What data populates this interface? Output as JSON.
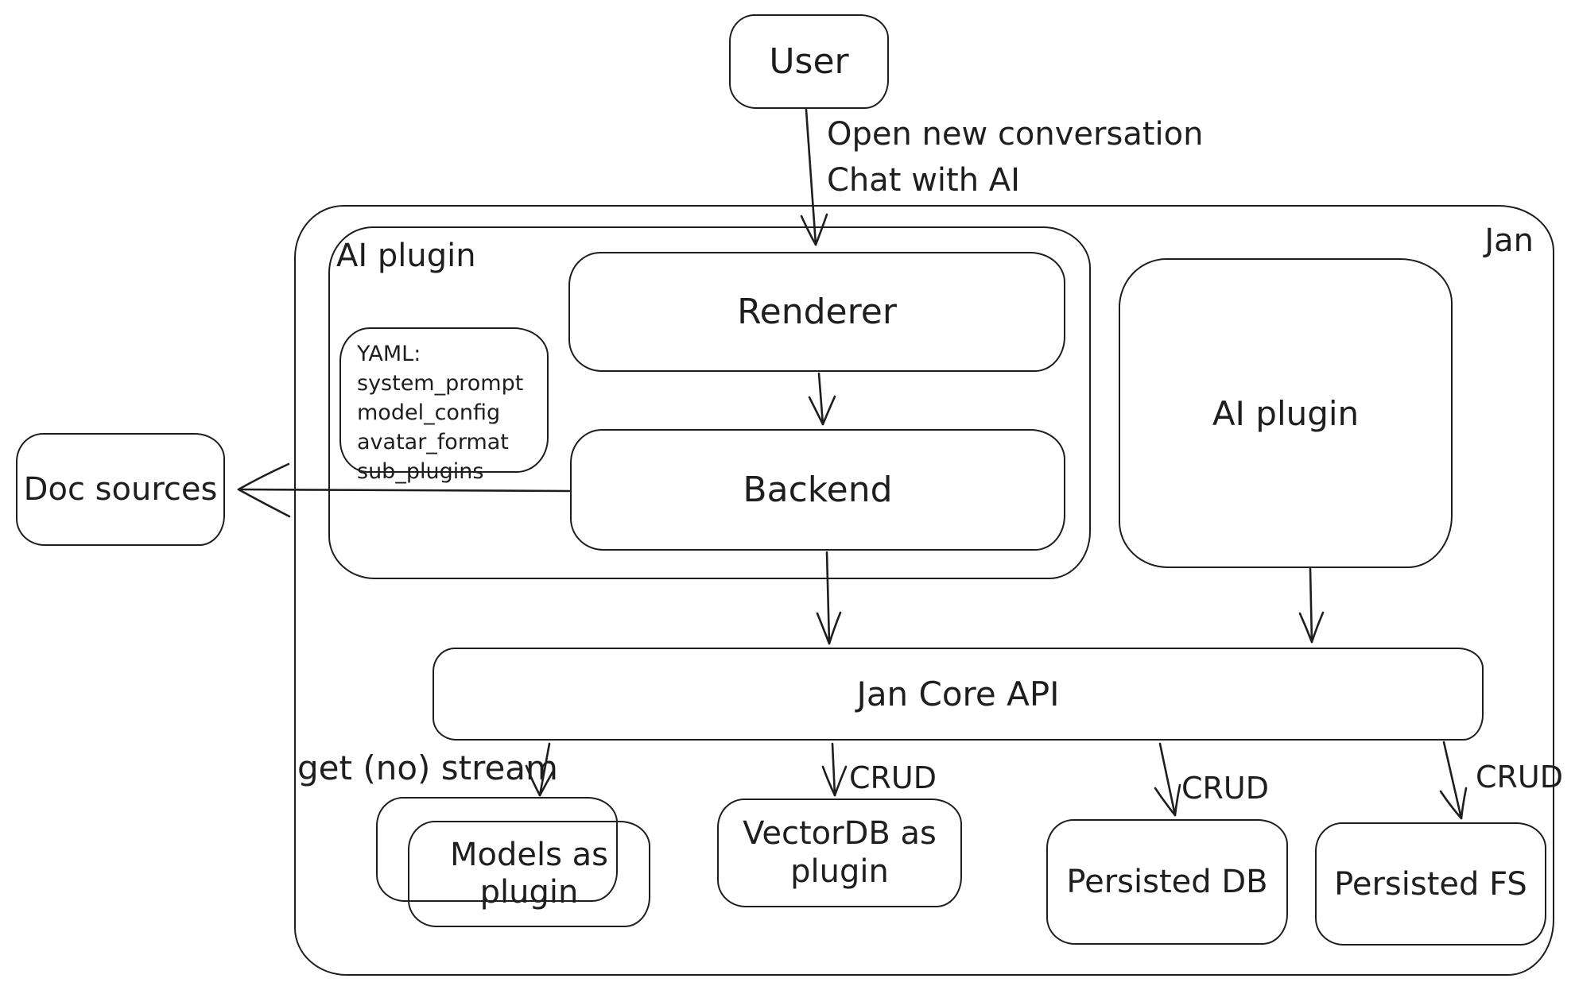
{
  "colors": {
    "stroke": "#1e1e1e",
    "background": "#ffffff"
  },
  "nodes": {
    "user": {
      "label": "User"
    },
    "jan_container": {
      "label": "Jan"
    },
    "ai_plugin_container": {
      "label": "AI plugin"
    },
    "yaml_note": {
      "lines": [
        "YAML:",
        "system_prompt",
        "model_config",
        "avatar_format",
        "sub_plugins"
      ]
    },
    "renderer": {
      "label": "Renderer"
    },
    "backend": {
      "label": "Backend"
    },
    "ai_plugin_box": {
      "label": "AI plugin"
    },
    "doc_sources": {
      "label": "Doc sources"
    },
    "jan_core_api": {
      "label": "Jan Core API"
    },
    "models_plugin": {
      "label": "Models as plugin"
    },
    "vectordb_plugin": {
      "label": "VectorDB as plugin"
    },
    "persisted_db": {
      "label": "Persisted DB"
    },
    "persisted_fs": {
      "label": "Persisted FS"
    }
  },
  "edge_labels": {
    "user_to_renderer": [
      "Open new conversation",
      "Chat with AI"
    ],
    "api_to_models": "get (no) stream",
    "api_to_vectordb": "CRUD",
    "api_to_persisted_db": "CRUD",
    "api_to_persisted_fs": "CRUD"
  }
}
